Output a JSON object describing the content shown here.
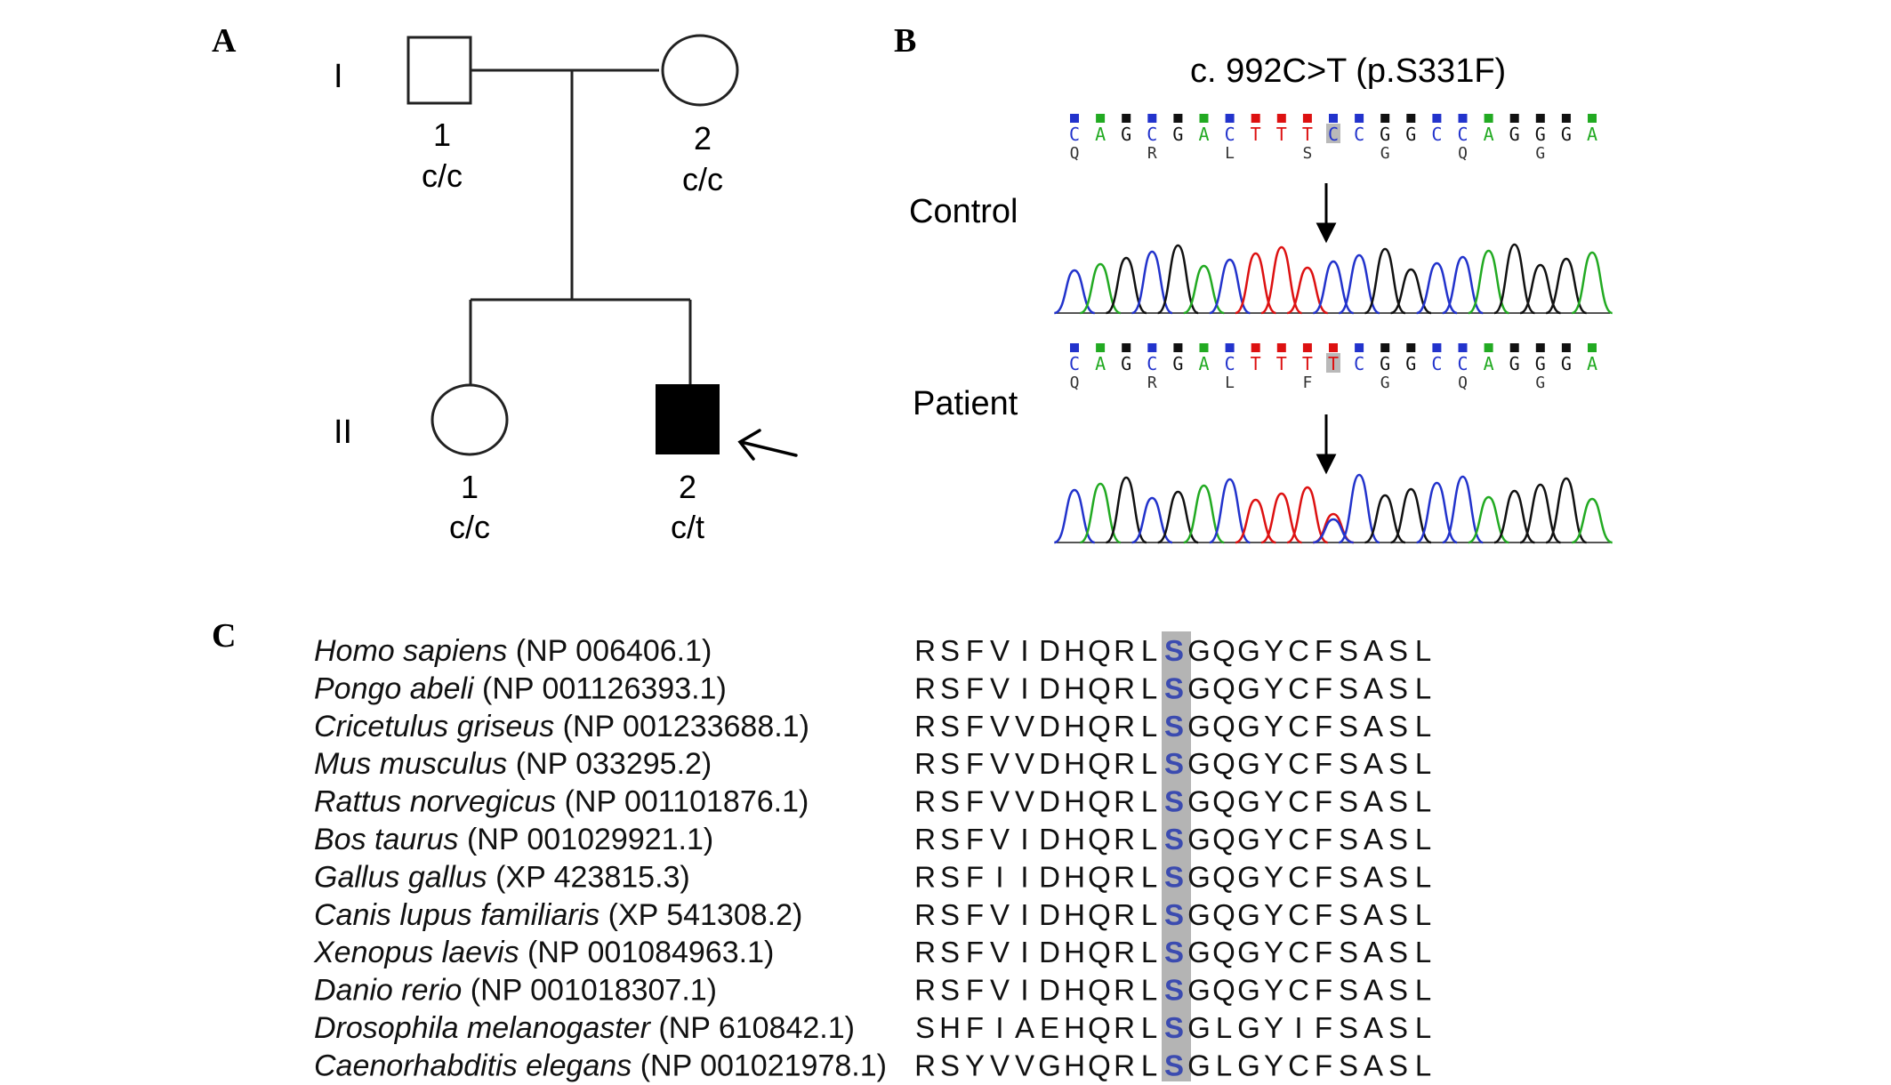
{
  "panels": {
    "a": "A",
    "b": "B",
    "c": "C"
  },
  "pedigree": {
    "generations": [
      "I",
      "II"
    ],
    "individuals": [
      {
        "number": "1",
        "genotype": "c/c",
        "sex": "male",
        "affected": false,
        "generation": "I"
      },
      {
        "number": "2",
        "genotype": "c/c",
        "sex": "female",
        "affected": false,
        "generation": "I"
      },
      {
        "number": "1",
        "genotype": "c/c",
        "sex": "female",
        "affected": false,
        "generation": "II"
      },
      {
        "number": "2",
        "genotype": "c/t",
        "sex": "male",
        "affected": true,
        "generation": "II",
        "proband": true
      }
    ]
  },
  "sequencing": {
    "title": "c. 992C>T (p.S331F)",
    "base_colors": {
      "A": "#22aa22",
      "C": "#2233cc",
      "G": "#111111",
      "T": "#dd1111"
    },
    "trace_samples": [
      {
        "label": "Control",
        "bases": "CAGCGACTTTCCGGCCAGGGA",
        "amino_acids": [
          "Q",
          "R",
          "L",
          "S",
          "G",
          "Q",
          "G"
        ],
        "highlight_index": 10
      },
      {
        "label": "Patient",
        "bases": "CAGCGACTTTTCGGCCAGGGA",
        "amino_acids": [
          "Q",
          "R",
          "L",
          "F",
          "G",
          "Q",
          "G"
        ],
        "highlight_index": 10
      }
    ]
  },
  "alignment": {
    "highlight_column": 10,
    "highlight_color": "#b4b4b4",
    "highlight_text_color": "#3b4bb0",
    "rows": [
      {
        "species": "Homo sapiens",
        "accession": "(NP 006406.1)",
        "sequence": "RSFVIDHQRLSGQGYCFSASL"
      },
      {
        "species": "Pongo abeli",
        "accession": "(NP 001126393.1)",
        "sequence": "RSFVIDHQRLSGQGYCFSASL"
      },
      {
        "species": "Cricetulus griseus",
        "accession": "(NP 001233688.1)",
        "sequence": "RSFVVDHQRLSGQGYCFSASL"
      },
      {
        "species": "Mus musculus",
        "accession": "(NP 033295.2)",
        "sequence": "RSFVVDHQRLSGQGYCFSASL"
      },
      {
        "species": "Rattus norvegicus",
        "accession": "(NP 001101876.1)",
        "sequence": "RSFVVDHQRLSGQGYCFSASL"
      },
      {
        "species": "Bos taurus",
        "accession": "(NP 001029921.1)",
        "sequence": "RSFVIDHQRLSGQGYCFSASL"
      },
      {
        "species": "Gallus gallus",
        "accession": "(XP 423815.3)",
        "sequence": "RSFIIDHQRLSGQGYCFSASL"
      },
      {
        "species": "Canis lupus familiaris",
        "accession": "(XP 541308.2)",
        "sequence": "RSFVIDHQRLSGQGYCFSASL"
      },
      {
        "species": "Xenopus laevis",
        "accession": "(NP 001084963.1)",
        "sequence": "RSFVIDHQRLSGQGYCFSASL"
      },
      {
        "species": "Danio rerio",
        "accession": "(NP 001018307.1)",
        "sequence": "RSFVIDHQRLSGQGYCFSASL"
      },
      {
        "species": "Drosophila melanogaster",
        "accession": "(NP 610842.1)",
        "sequence": "SHFIAEHQRLSGLGYIFSASL"
      },
      {
        "species": "Caenorhabditis elegans",
        "accession": "(NP 001021978.1)",
        "sequence": "RSYVVGHQRLSGLGYCFSASL"
      }
    ]
  }
}
